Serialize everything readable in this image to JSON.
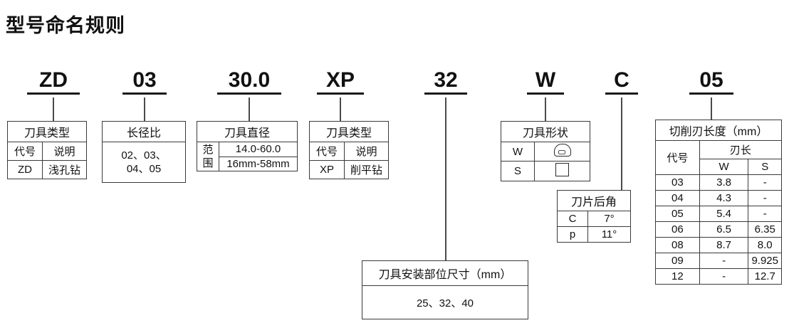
{
  "title": "型号命名规则",
  "codes": [
    {
      "id": "tool-type-code",
      "value": "ZD"
    },
    {
      "id": "ld-ratio-code",
      "value": "03"
    },
    {
      "id": "diameter-code",
      "value": "30.0"
    },
    {
      "id": "tool-type2-code",
      "value": "XP"
    },
    {
      "id": "shank-size-code",
      "value": "32"
    },
    {
      "id": "insert-shape-code",
      "value": "W"
    },
    {
      "id": "relief-angle-code",
      "value": "C"
    },
    {
      "id": "edge-length-code",
      "value": "05"
    }
  ],
  "tool_type_table": {
    "title": "刀具类型",
    "headers": [
      "代号",
      "说明"
    ],
    "rows": [
      [
        "ZD",
        "浅孔钻"
      ]
    ]
  },
  "ld_ratio_table": {
    "title": "长径比",
    "line1": "02、03、",
    "line2": "04、05"
  },
  "diameter_table": {
    "title": "刀具直径",
    "label_char1": "范",
    "label_char2": "围",
    "value1": "14.0-60.0",
    "value2": "16mm-58mm"
  },
  "tool_type2_table": {
    "title": "刀具类型",
    "headers": [
      "代号",
      "说明"
    ],
    "rows": [
      [
        "XP",
        "削平钻"
      ]
    ]
  },
  "shape_table": {
    "title": "刀具形状",
    "rows": [
      {
        "code": "W",
        "icon": "dome-insert-icon"
      },
      {
        "code": "S",
        "icon": "square-insert-icon"
      }
    ]
  },
  "relief_table": {
    "title": "刀片后角",
    "rows": [
      [
        "C",
        "7°"
      ],
      [
        "p",
        "11°"
      ]
    ]
  },
  "shank_table": {
    "title": "刀具安装部位尺寸（mm）",
    "values": "25、32、40"
  },
  "edge_length_table": {
    "title": "切削刃长度（mm）",
    "col_code": "代号",
    "col_group": "刃长",
    "sub_w": "W",
    "sub_s": "S",
    "rows": [
      [
        "03",
        "3.8",
        "-"
      ],
      [
        "04",
        "4.3",
        "-"
      ],
      [
        "05",
        "5.4",
        "-"
      ],
      [
        "06",
        "6.5",
        "6.35"
      ],
      [
        "08",
        "8.7",
        "8.0"
      ],
      [
        "09",
        "-",
        "9.925"
      ],
      [
        "12",
        "-",
        "12.7"
      ]
    ]
  },
  "colors": {
    "line": "#3a3a3a",
    "text": "#111111",
    "background": "#ffffff"
  }
}
